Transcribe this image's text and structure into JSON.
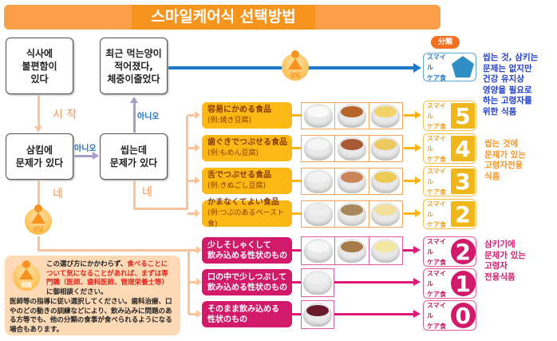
{
  "title": "스마일케어식 선택방법",
  "category_header": "分類",
  "questions": {
    "q1": "식사에\n불편함이\n있다",
    "q2": "최근 먹는양이\n적어졌다,\n체중이줄었다",
    "q3": "삼킴에\n문제가 있다",
    "q4": "씹는데\n문제가 있다"
  },
  "labels": {
    "start": "시 작",
    "yes": "네",
    "no": "아니오",
    "consult": "상담",
    "consult_jp": "相談"
  },
  "yellow_categories": [
    {
      "title": "容易にかめる食品",
      "example": "(例:焼き豆腐)",
      "level": "5"
    },
    {
      "title": "歯ぐきでつぶせる食品",
      "example": "(例:もめん豆腐)",
      "level": "4"
    },
    {
      "title": "舌でつぶせる食品",
      "example": "(例:きぬごし豆腐)",
      "level": "3"
    },
    {
      "title": "かまなくてよい食品",
      "example": "(例:つぶのあるペースト食)",
      "level": "2"
    }
  ],
  "pink_categories": [
    {
      "title": "少しそしゃくして\n飲み込める性状のもの",
      "level": "2"
    },
    {
      "title": "口の中で少しつぶして\n飲み込める性状のもの",
      "level": "1"
    },
    {
      "title": "そのまま飲み込める\n性状のもの",
      "level": "0"
    }
  ],
  "badge_label": "スマイル\nケア食",
  "descriptions": {
    "blue": "씹는 것, 삼키는\n문제는 없지만\n건강 유지상\n영양을 필요로\n하는 고령자를\n위한 식품",
    "yellow": "씹는 것에\n문제가 있는\n고령자전용\n식품",
    "pink": "삼키기에\n문제가 있는\n고령자\n전용식품"
  },
  "colors": {
    "blue": "#1f78c8",
    "orange": "#f7931e",
    "yellow": "#fcb814",
    "pink": "#d21a6a"
  },
  "note": {
    "intro": "この選び方にかかわらず、",
    "highlight": "食べることについて気になることがあれば、まずは専門職（医師、歯科医師、管理栄養士等）",
    "after": "に御相談ください。",
    "body": "医師等の指導に従い選択してください。歯科治療、口やのどの動きの訓練などにより、飲み込みに問題のある方等でも、他の分類の食事が食べられるようになる場合もあります。"
  }
}
